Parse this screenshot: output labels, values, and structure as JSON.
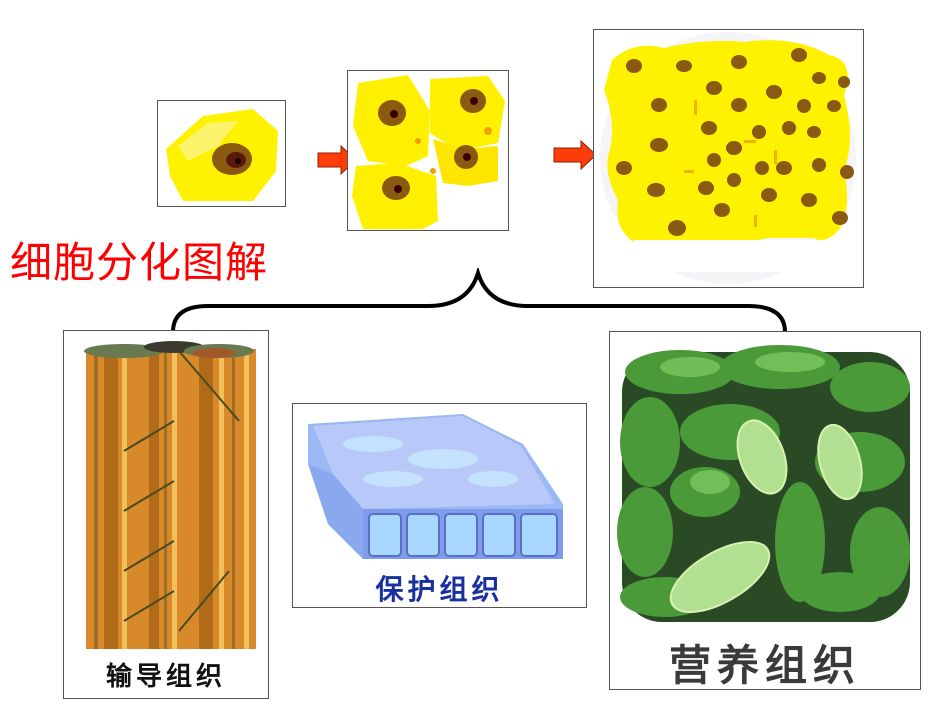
{
  "title": "细胞分化图解",
  "colors": {
    "title": "#ff0000",
    "arrow": "#ff3c0a",
    "cell_yellow": "#ffee00",
    "nucleus": "#7a3a10",
    "xylem": "#d88a2a",
    "protective": "#8aa8f0",
    "parenchyma": "#4a9a3a"
  },
  "stages": [
    {
      "name": "single-cell",
      "cells": 1
    },
    {
      "name": "divided-cells",
      "cells": 4
    },
    {
      "name": "cell-mass",
      "cells": 36
    }
  ],
  "tissues": [
    {
      "name": "conducting-tissue",
      "label": "输导组织"
    },
    {
      "name": "protective-tissue",
      "label": "保护组织"
    },
    {
      "name": "nutrient-tissue",
      "label": "营养组织"
    }
  ]
}
